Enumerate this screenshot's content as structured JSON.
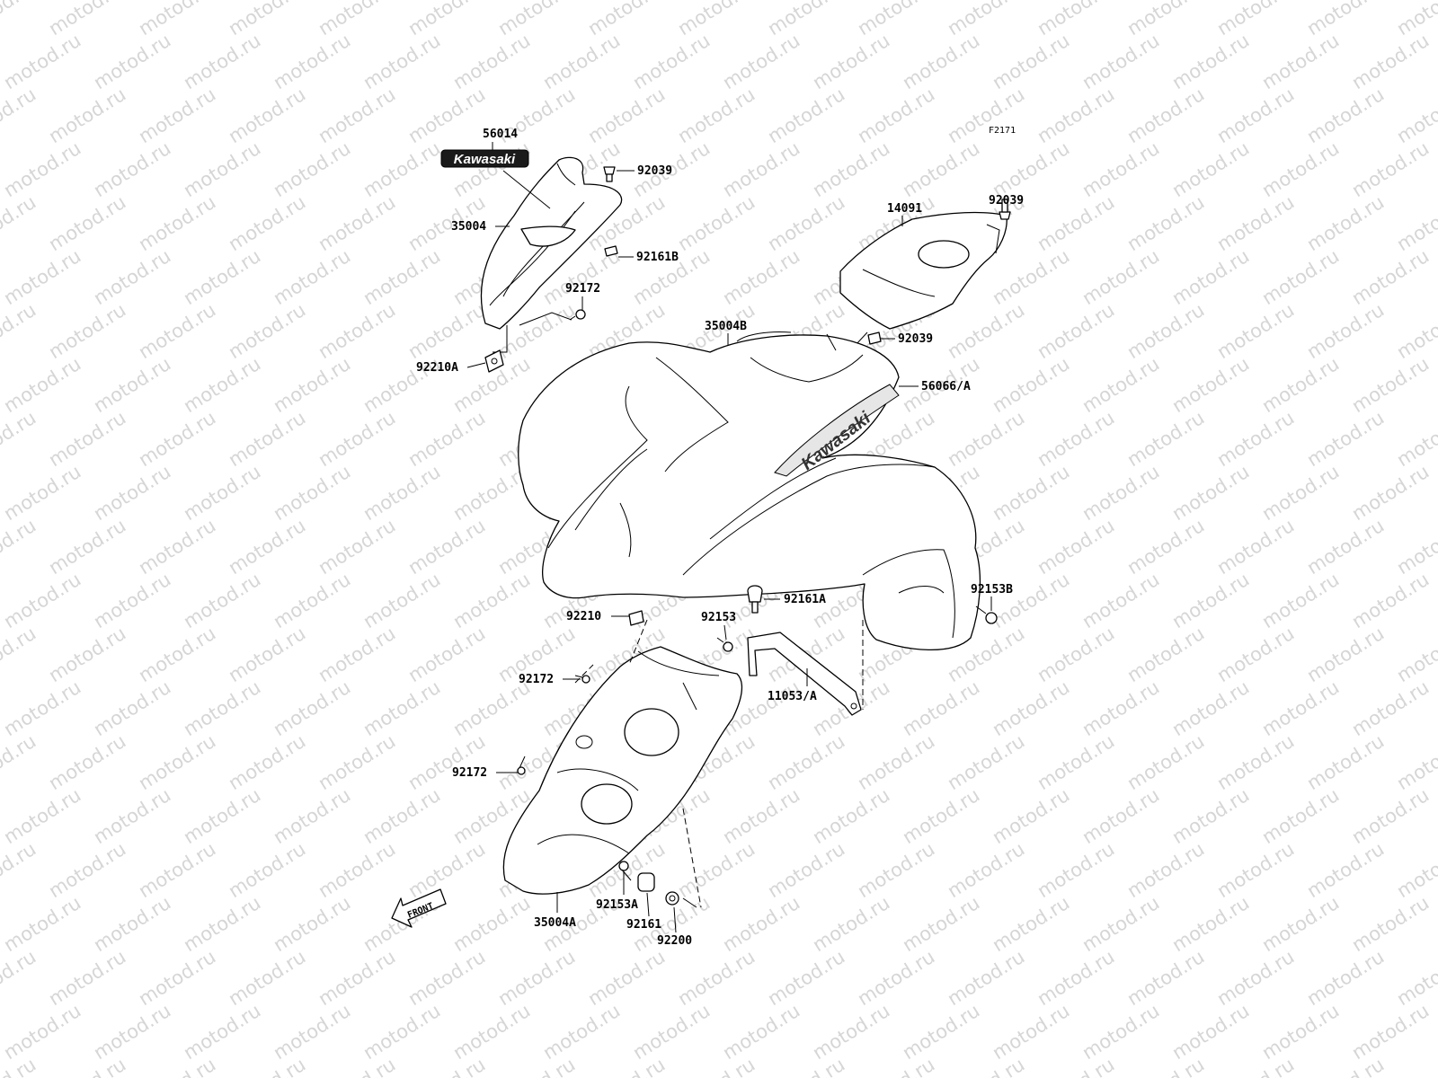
{
  "watermark": "motod.ru",
  "figure_code": "F2171",
  "brand": "Kawasaki",
  "front_arrow": "FRONT",
  "labels": [
    {
      "text": "56014"
    },
    {
      "text": "92039"
    },
    {
      "text": "35004"
    },
    {
      "text": "92161B"
    },
    {
      "text": "92172"
    },
    {
      "text": "92210A"
    },
    {
      "text": "14091"
    },
    {
      "text": "92039"
    },
    {
      "text": "35004B"
    },
    {
      "text": "92039"
    },
    {
      "text": "56066/A"
    },
    {
      "text": "92153B"
    },
    {
      "text": "92161A"
    },
    {
      "text": "92210"
    },
    {
      "text": "92153"
    },
    {
      "text": "92172"
    },
    {
      "text": "11053/A"
    },
    {
      "text": "92172"
    },
    {
      "text": "92153A"
    },
    {
      "text": "92161"
    },
    {
      "text": "92200"
    },
    {
      "text": "35004A"
    }
  ]
}
